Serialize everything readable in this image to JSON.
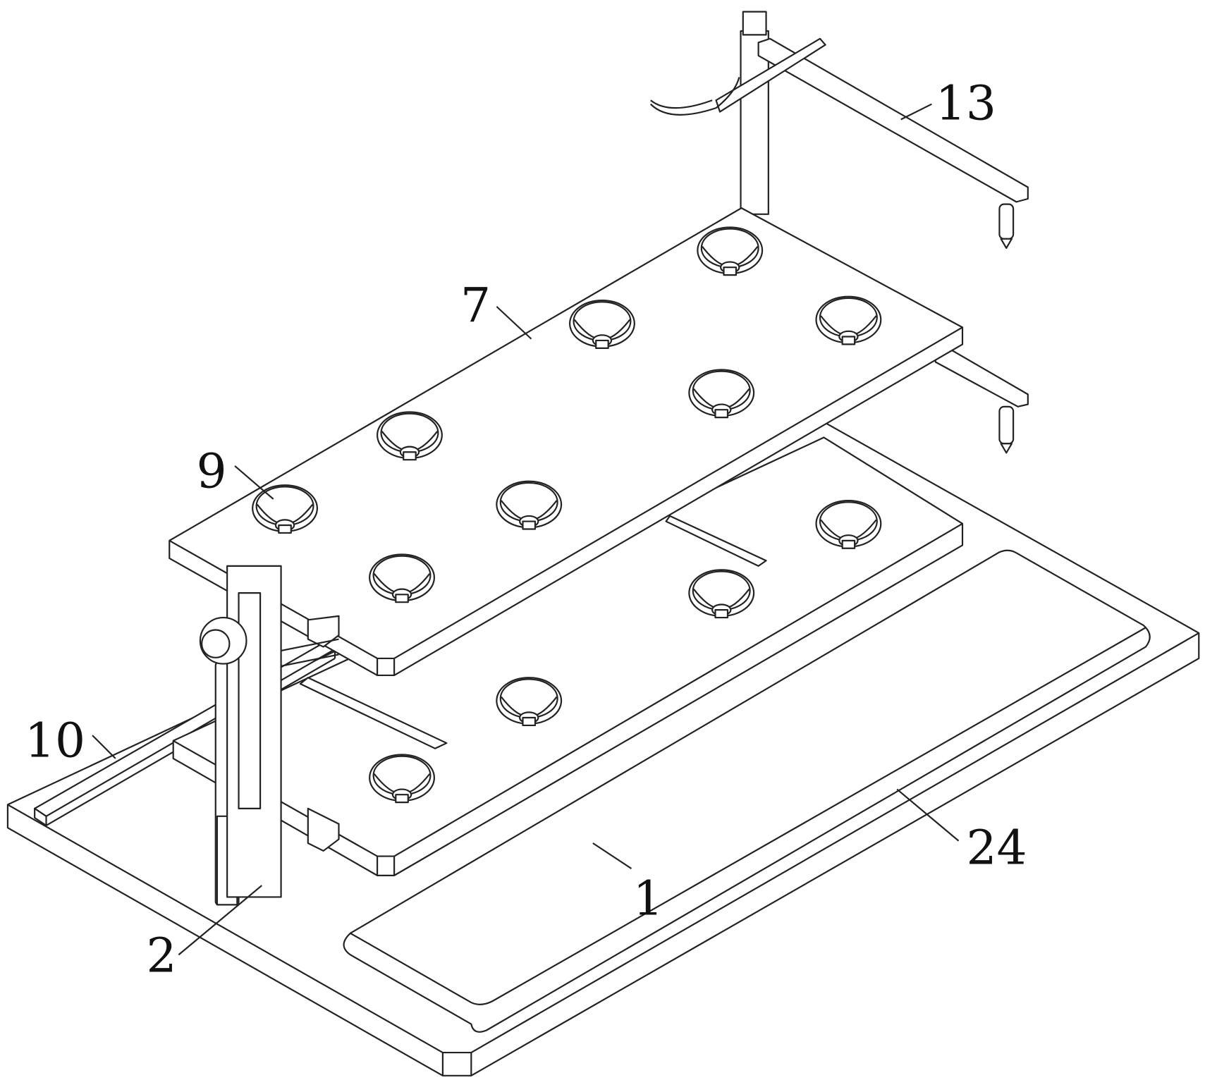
{
  "figure": {
    "type": "patent perspective drawing",
    "labels": {
      "l13": "13",
      "l7": "7",
      "l9": "9",
      "l10": "10",
      "l24": "24",
      "l2": "2",
      "l1": "1"
    },
    "colors": {
      "line": "#222222",
      "background": "#ffffff"
    }
  }
}
